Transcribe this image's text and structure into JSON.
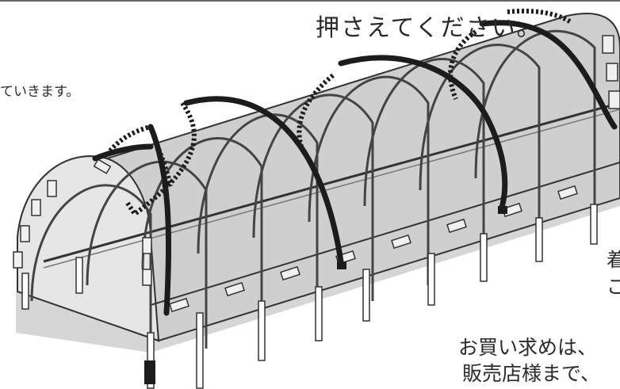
{
  "texts": {
    "heading": "押さえてください。",
    "subline": "ていきます。",
    "side_line1": "着",
    "side_line2": "こ",
    "bottom_line1": "お買い求めは、",
    "bottom_line2": "販売店様まで、"
  },
  "colors": {
    "cover": "#cfcfcf",
    "shadow": "#d6d6d6",
    "line": "#222222",
    "band": "#1c1c1c",
    "background": "#ffffff"
  }
}
